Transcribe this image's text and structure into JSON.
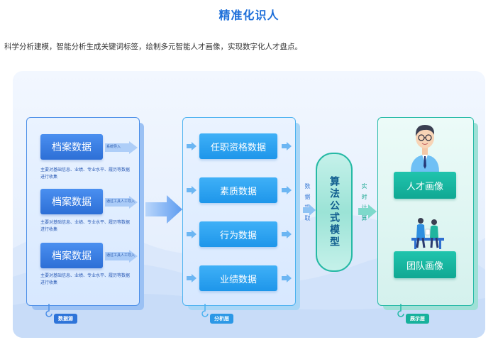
{
  "header": {
    "title": "精准化识人",
    "subtitle": "科学分析建模，智能分析生成关键词标签，绘制多元智能人才画像，实现数字化人才盘点。"
  },
  "source": {
    "badge": "数据源",
    "items": [
      {
        "label": "档案数据",
        "tag": "系统导入",
        "note": "主要对基础信息、业绩、专业水平、履历等数据进行收集"
      },
      {
        "label": "档案数据",
        "tag": "通过工具人工导入",
        "note": "主要对基础信息、业绩、专业水平、履历等数据进行收集"
      },
      {
        "label": "档案数据",
        "tag": "通过工具人工导入",
        "note": "主要对基础信息、业绩、专业水平、履历等数据进行收集"
      }
    ]
  },
  "analysis": {
    "badge": "分析层",
    "items": [
      "任职资格数据",
      "素质数据",
      "行为数据",
      "业绩数据"
    ]
  },
  "extract_label": "数据提取",
  "formula_label": "算法公式模型",
  "compute_label": "实时计算",
  "display": {
    "badge": "展示层",
    "items": [
      "人才画像",
      "团队画像"
    ]
  },
  "colors": {
    "title": "#1e6fd9",
    "source_accent": "#2e74d9",
    "analysis_accent": "#2c98e6",
    "display_accent": "#17b19c"
  }
}
